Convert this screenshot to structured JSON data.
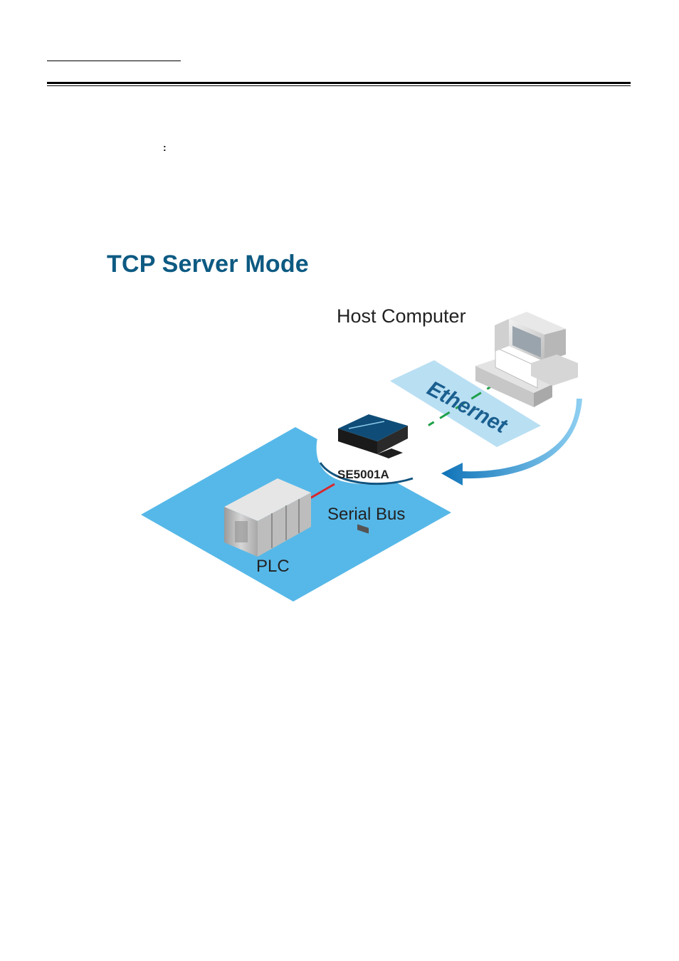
{
  "page": {
    "colon": ":"
  },
  "diagram": {
    "title": "TCP Server Mode",
    "host_label": "Host Computer",
    "network_label": "Ethernet",
    "device_label": "SE5001A",
    "bus_label": "Serial Bus",
    "plc_label": "PLC",
    "colors": {
      "title": "#0d5a82",
      "serial_area": "#56b8e8",
      "ethernet_band": "#b9dff3",
      "arrow": "#1b8ed0",
      "ethernet_link": "#1fa04a",
      "serial_link": "#d8262e"
    }
  }
}
